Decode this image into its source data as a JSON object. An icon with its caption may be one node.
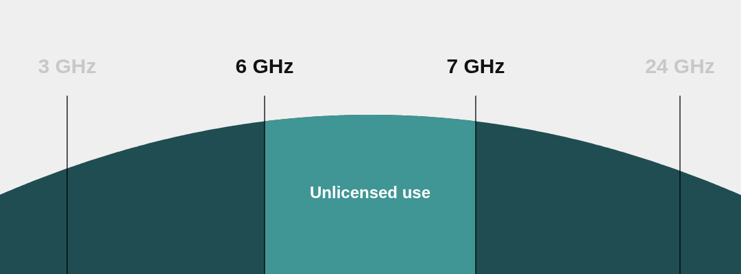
{
  "diagram": {
    "nodes": [
      {
        "text": [
          "Unlicensed use"
        ]
      }
    ],
    "labels": [
      "3 GHz",
      "6 GHz",
      "7 GHz",
      "24 GHz"
    ]
  }
}
